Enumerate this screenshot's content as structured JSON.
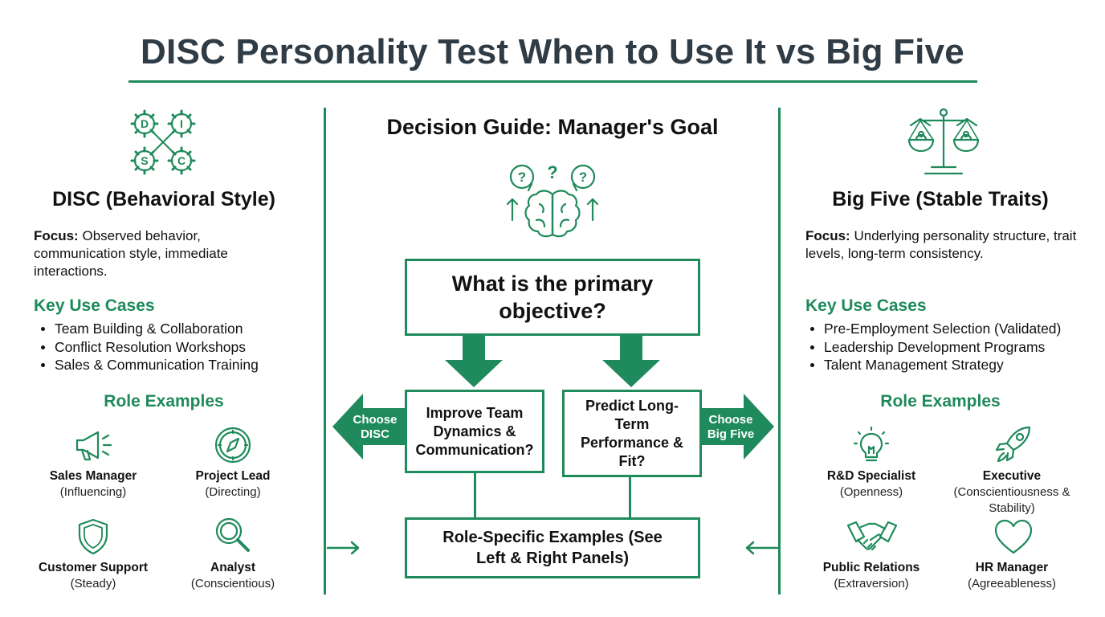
{
  "title": "DISC Personality Test When to Use It vs Big Five",
  "colors": {
    "accent": "#1f8a5b",
    "title": "#2f3b45"
  },
  "left": {
    "icon": "disc-gears-icon",
    "gear_letters": [
      "D",
      "I",
      "S",
      "C"
    ],
    "heading": "DISC (Behavioral Style)",
    "focus_label": "Focus:",
    "focus_text": "Observed behavior, communication style, immediate interactions.",
    "use_cases_heading": "Key Use Cases",
    "use_cases": [
      "Team Building & Collaboration",
      "Conflict Resolution Workshops",
      "Sales & Communication Training"
    ],
    "roles_heading": "Role Examples",
    "roles": [
      {
        "name": "Sales Manager",
        "desc": "(Influencing)",
        "icon": "megaphone-icon"
      },
      {
        "name": "Project Lead",
        "desc": "(Directing)",
        "icon": "compass-icon"
      },
      {
        "name": "Customer Support",
        "desc": "(Steady)",
        "icon": "shield-icon"
      },
      {
        "name": "Analyst",
        "desc": "(Conscientious)",
        "icon": "magnifier-icon"
      }
    ]
  },
  "center": {
    "heading": "Decision Guide: Manager's Goal",
    "icon": "brain-questions-icon",
    "question": "What is the primary objective?",
    "option_left": "Improve Team Dynamics & Communication?",
    "option_right": "Predict Long-Term Performance & Fit?",
    "choose_left": [
      "Choose",
      "DISC"
    ],
    "choose_right": [
      "Choose",
      "Big Five"
    ],
    "bottom": "Role-Specific Examples (See Left & Right Panels)"
  },
  "right": {
    "icon": "balance-scale-icon",
    "heading": "Big Five (Stable Traits)",
    "focus_label": "Focus:",
    "focus_text": "Underlying personality structure, trait levels, long-term consistency.",
    "use_cases_heading": "Key Use Cases",
    "use_cases": [
      "Pre-Employment Selection (Validated)",
      "Leadership Development Programs",
      "Talent Management Strategy"
    ],
    "roles_heading": "Role Examples",
    "roles": [
      {
        "name": "R&D Specialist",
        "desc": "(Openness)",
        "icon": "lightbulb-icon"
      },
      {
        "name": "Executive",
        "desc": "(Conscientiousness & Stability)",
        "icon": "rocket-icon"
      },
      {
        "name": "Public Relations",
        "desc": "(Extraversion)",
        "icon": "handshake-icon"
      },
      {
        "name": "HR Manager",
        "desc": "(Agreeableness)",
        "icon": "heart-icon"
      }
    ]
  }
}
